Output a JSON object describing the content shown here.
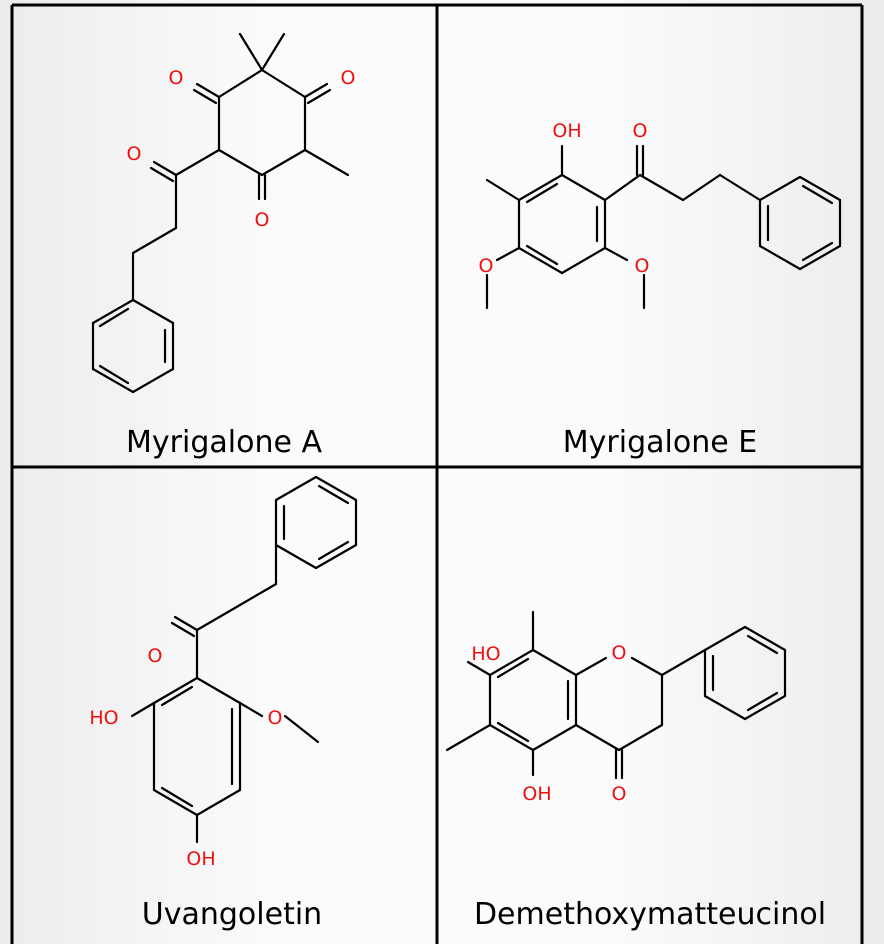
{
  "colors": {
    "bond": "#000000",
    "heteroatom": "#ee1111",
    "grid": "#000000",
    "background": "#fbfbfb"
  },
  "compounds": [
    {
      "name": "Myrigalone A",
      "atoms": [
        {
          "label": "O"
        },
        {
          "label": "O"
        },
        {
          "label": "O"
        },
        {
          "label": "O"
        }
      ]
    },
    {
      "name": "Myrigalone E",
      "atoms": [
        {
          "label": "OH"
        },
        {
          "label": "O"
        },
        {
          "label": "O"
        },
        {
          "label": "O"
        }
      ]
    },
    {
      "name": "Uvangoletin",
      "atoms": [
        {
          "label": "O"
        },
        {
          "label": "HO"
        },
        {
          "label": "O"
        },
        {
          "label": "OH"
        }
      ]
    },
    {
      "name": "Demethoxymatteucinol",
      "atoms": [
        {
          "label": "HO"
        },
        {
          "label": "O"
        },
        {
          "label": "OH"
        },
        {
          "label": "O"
        }
      ]
    }
  ]
}
